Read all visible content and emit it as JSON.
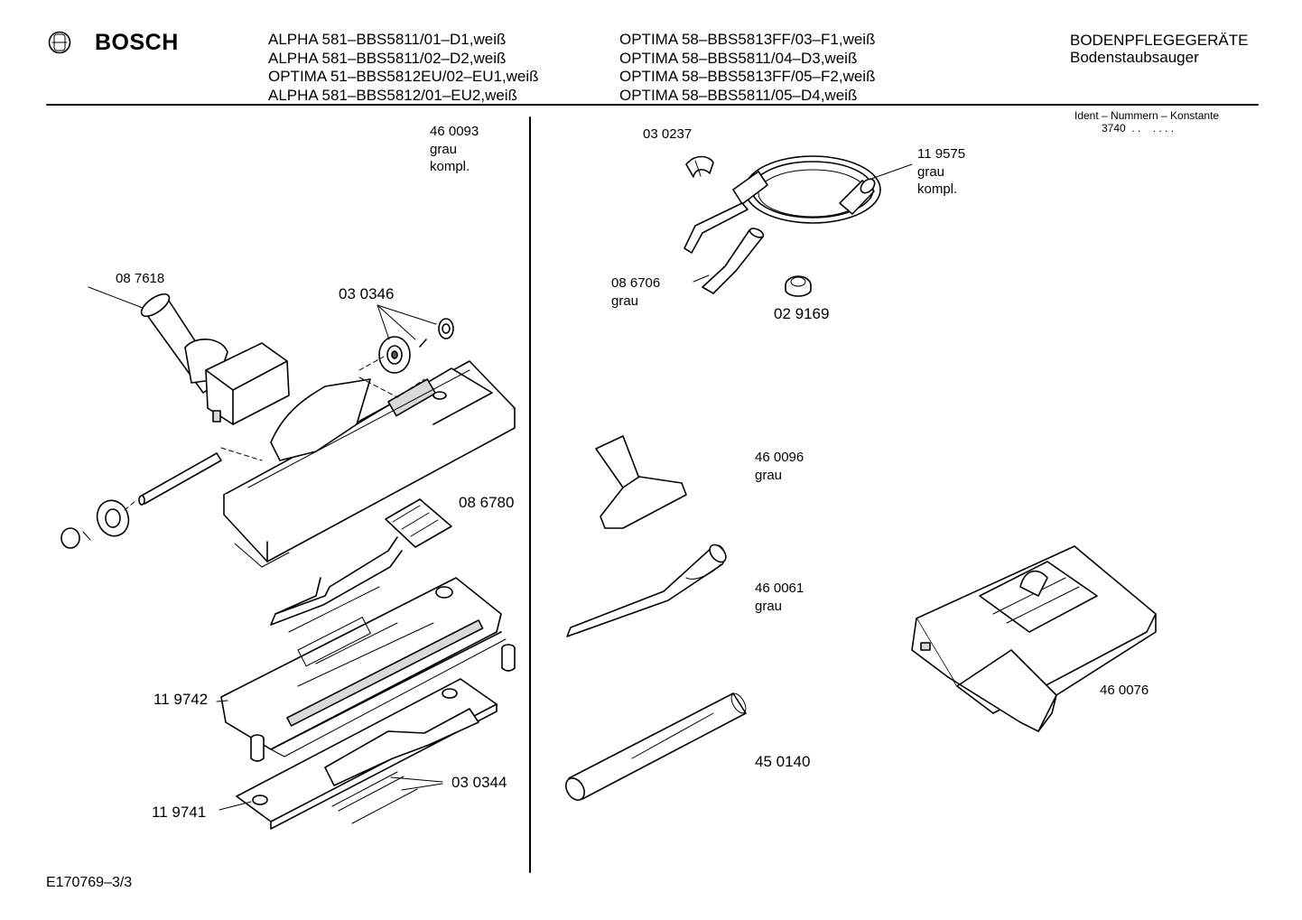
{
  "brand": {
    "name": "BOSCH"
  },
  "header": {
    "models_left": [
      "ALPHA 581–BBS5811/01–D1,weiß",
      "ALPHA 581–BBS5811/02–D2,weiß",
      "OPTIMA 51–BBS5812EU/02–EU1,weiß",
      "ALPHA 581–BBS5812/01–EU2,weiß"
    ],
    "models_right": [
      "OPTIMA 58–BBS5813FF/03–F1,weiß",
      "OPTIMA 58–BBS5811/04–D3,weiß",
      "OPTIMA 58–BBS5813FF/05–F2,weiß",
      "OPTIMA 58–BBS5811/05–D4,weiß"
    ],
    "category": "BODENPFLEGEGERÄTE",
    "subcategory": "Bodenstaubsauger"
  },
  "ident": {
    "title": "Ident – Nummern – Konstante",
    "value": "3740  . .    . . . ."
  },
  "parts": {
    "p460093": [
      "46 0093",
      "grau",
      "kompl."
    ],
    "p087618": "08 7618",
    "p030346": "03 0346",
    "p086780": "08 6780",
    "p119742": "11 9742",
    "p119741": "11 9741",
    "p030344": "03 0344",
    "p030237": "03 0237",
    "p119575": [
      "11 9575",
      "grau",
      "kompl."
    ],
    "p086706": [
      "08 6706",
      "grau"
    ],
    "p029169": "02 9169",
    "p460096": [
      "46 0096",
      "grau"
    ],
    "p460061": [
      "46 0061",
      "grau"
    ],
    "p450140": "45 0140",
    "p460076": "46 0076"
  },
  "footer": {
    "doc_id": "E170769–3/3"
  }
}
